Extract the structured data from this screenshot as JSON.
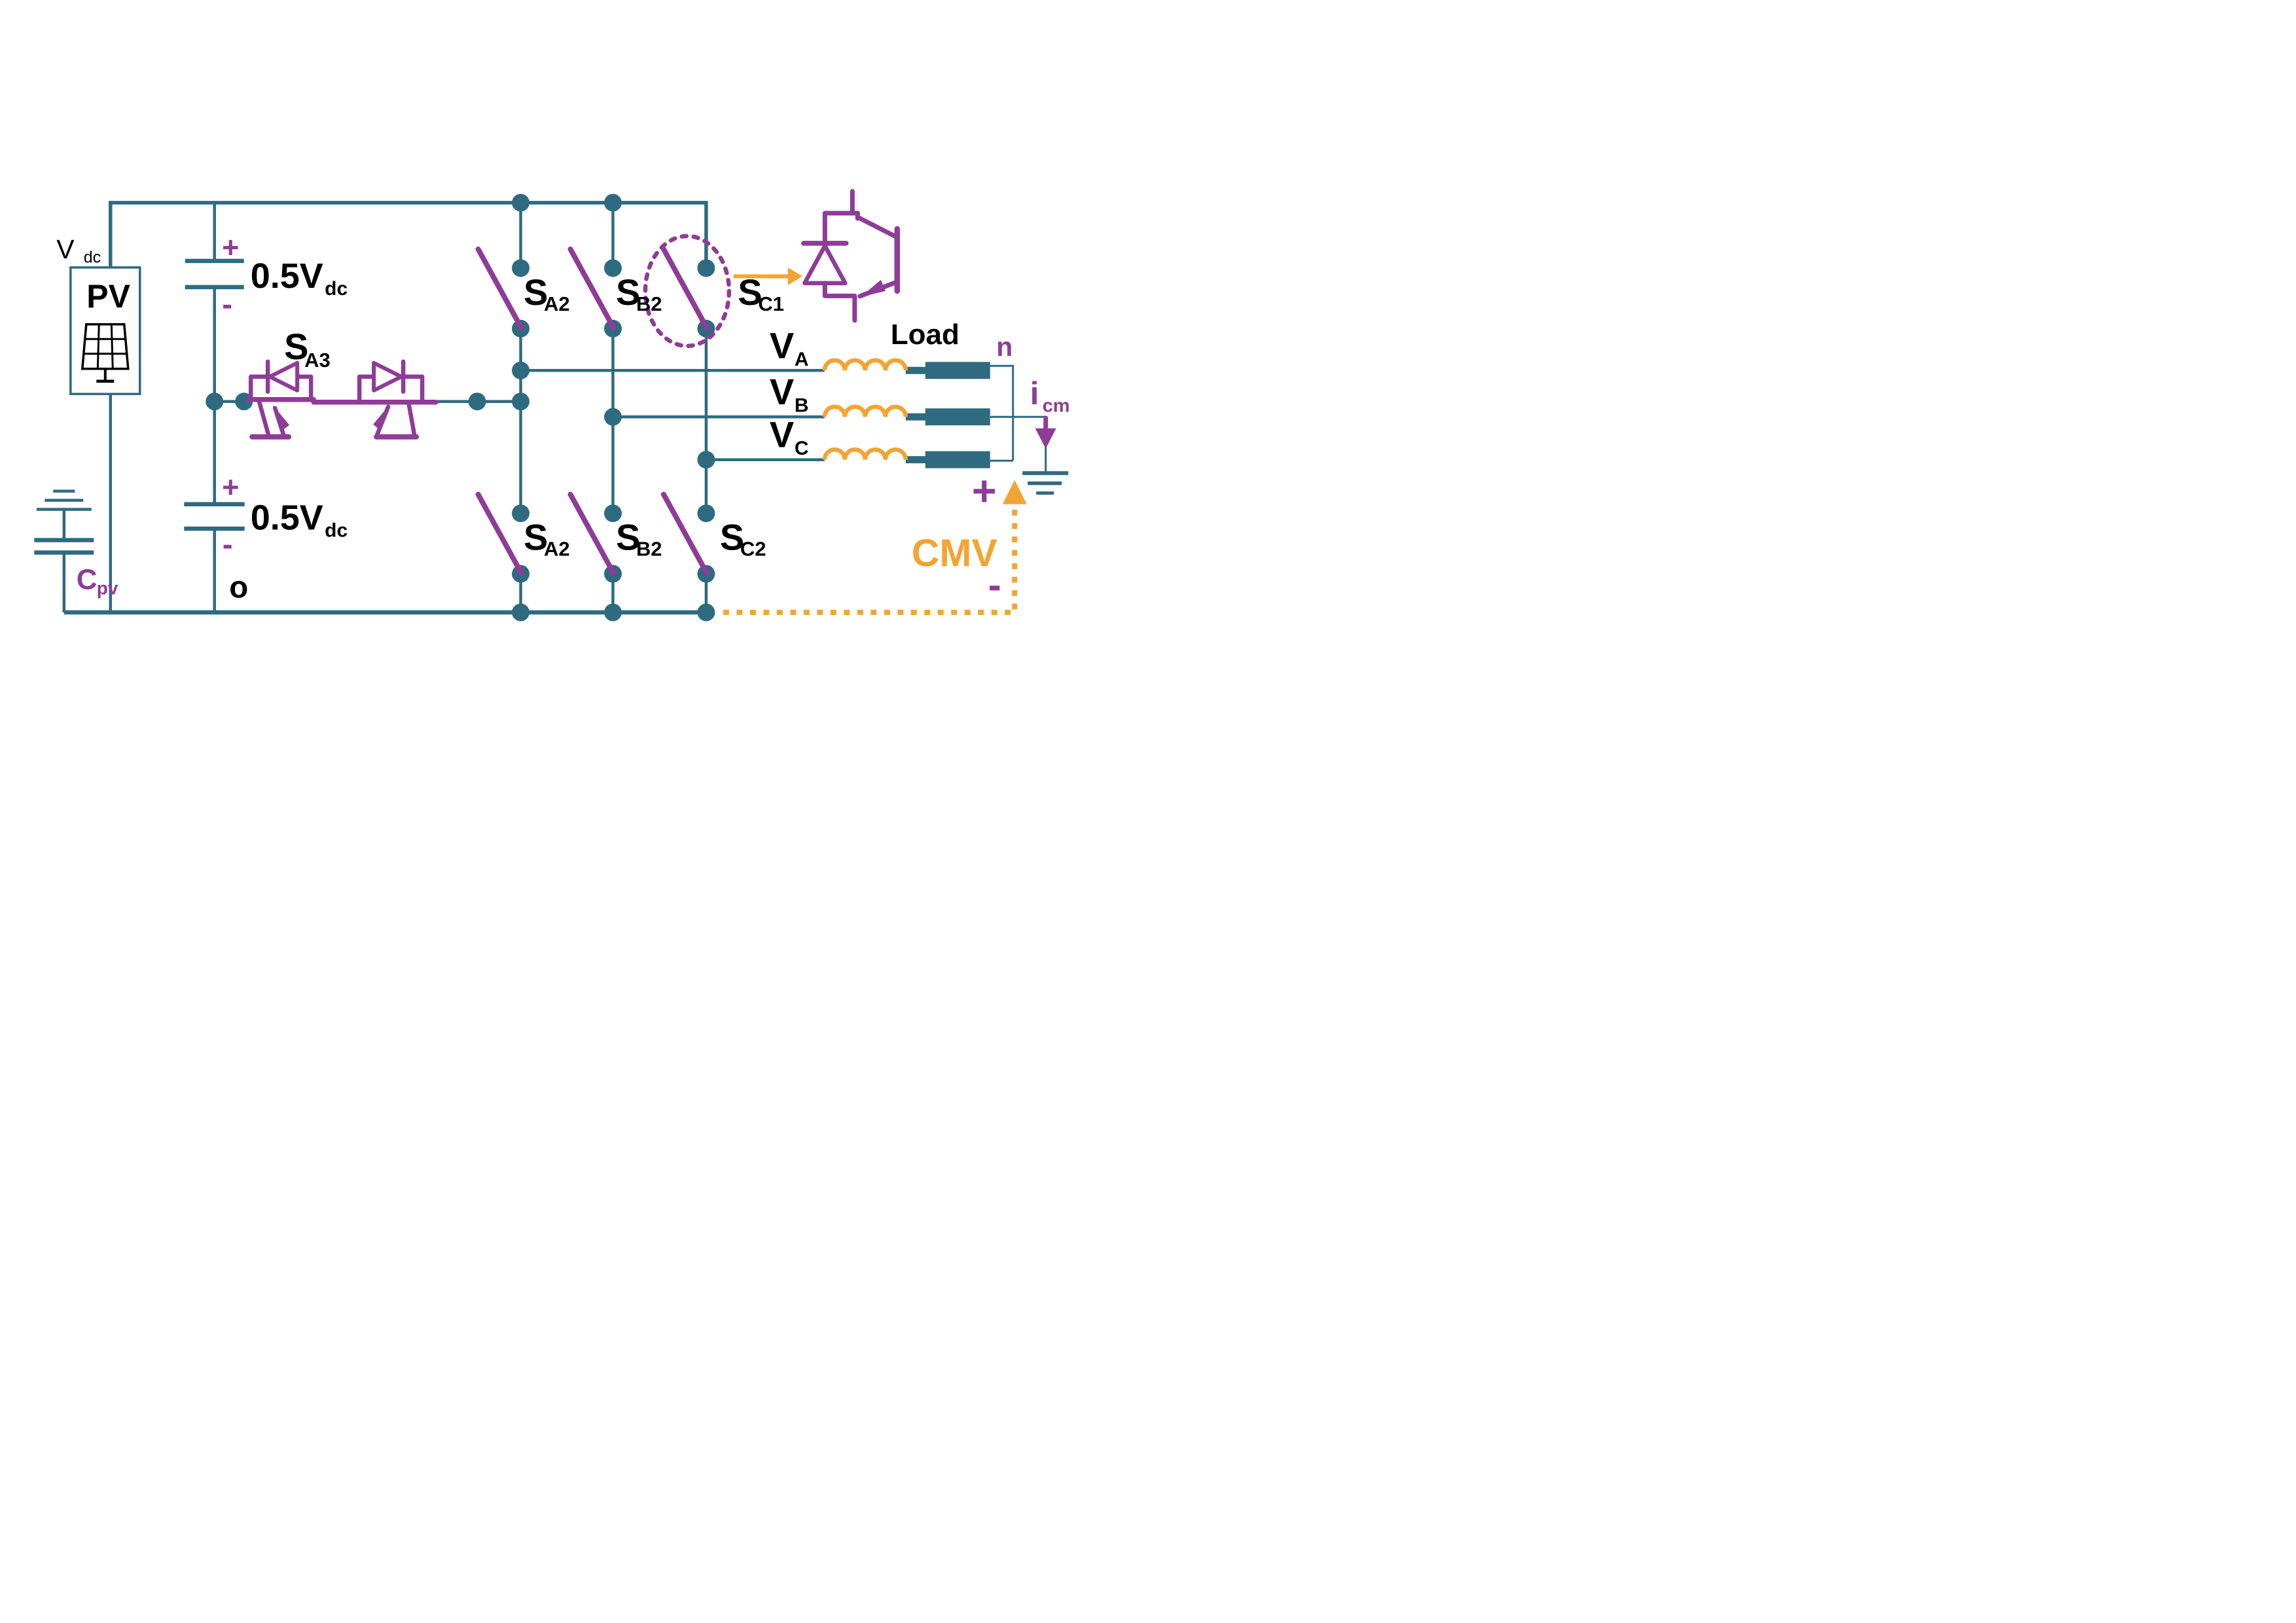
{
  "diagram_type": "three-phase T-type PV inverter schematic with common-mode voltage path",
  "colors": {
    "wire_teal": "#2f6b80",
    "device_purple": "#8e3c97",
    "accent_orange": "#f2a534",
    "text_black": "#000000",
    "background": "#ffffff"
  },
  "source": {
    "vdc_main": "V",
    "vdc_sub": "dc",
    "pv": "PV",
    "cpv_main": "C",
    "cpv_sub": "pv",
    "midpoint": "o"
  },
  "dc_link": {
    "cap_top": {
      "plus": "+",
      "value": "0.5V",
      "unit_sub": "dc",
      "minus": "-"
    },
    "cap_bottom": {
      "plus": "+",
      "value": "0.5V",
      "unit_sub": "dc",
      "minus": "-"
    }
  },
  "switches": {
    "bidirectional": {
      "main": "S",
      "sub": "A3"
    },
    "top": [
      {
        "main": "S",
        "sub": "A2"
      },
      {
        "main": "S",
        "sub": "B2"
      },
      {
        "main": "S",
        "sub": "C1"
      }
    ],
    "bottom": [
      {
        "main": "S",
        "sub": "A2"
      },
      {
        "main": "S",
        "sub": "B2"
      },
      {
        "main": "S",
        "sub": "C2"
      }
    ]
  },
  "phases": [
    {
      "main": "V",
      "sub": "A"
    },
    {
      "main": "V",
      "sub": "B"
    },
    {
      "main": "V",
      "sub": "C"
    }
  ],
  "load": {
    "label": "Load",
    "neutral": "n"
  },
  "common_mode": {
    "cmv": "CMV",
    "plus": "+",
    "minus": "-",
    "icm_main": "i",
    "icm_sub": "cm"
  }
}
